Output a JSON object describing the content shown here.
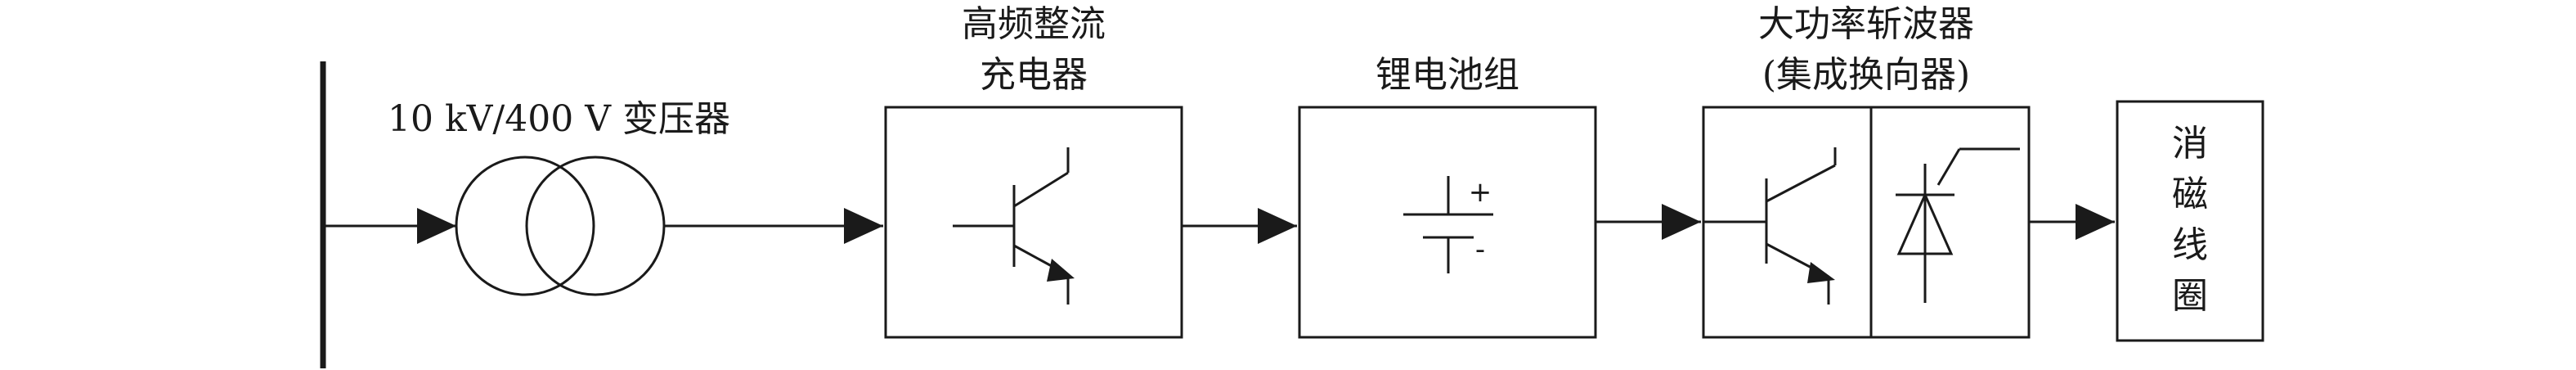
{
  "transformer": {
    "label": "10 kV/400 V 变压器"
  },
  "charger": {
    "label_line1": "高频整流",
    "label_line2": "充电器"
  },
  "battery": {
    "label": "锂电池组",
    "plus": "+",
    "minus": "-"
  },
  "chopper": {
    "label_line1": "大功率斩波器",
    "label_line2": "(集成换向器)"
  },
  "coil": {
    "chars": [
      "消",
      "磁",
      "线",
      "圈"
    ]
  }
}
